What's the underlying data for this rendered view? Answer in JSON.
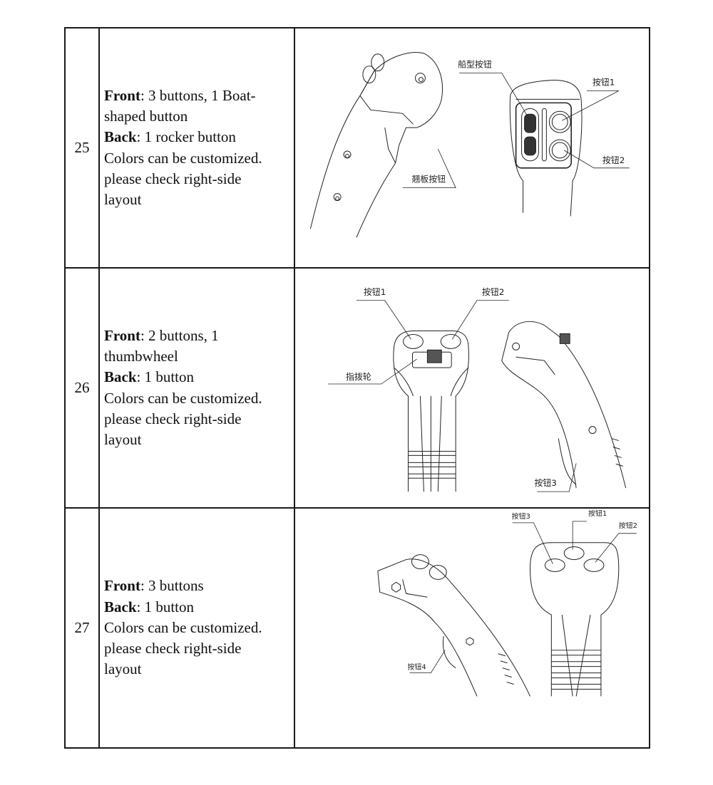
{
  "table": {
    "rows": [
      {
        "number": "25",
        "front_label": "Front",
        "front_text_1": ": 3 buttons, 1 Boat-",
        "front_text_2": "shaped button",
        "back_label": "Back",
        "back_text": ": 1 rocker button",
        "note_1": "Colors can be customized.",
        "note_2": "please check right-side",
        "note_3": "layout",
        "drawing": {
          "labels": {
            "boat_button": "船型按钮",
            "button1": "按钮1",
            "button2": "按钮2",
            "rocker_button": "翘板按钮"
          }
        }
      },
      {
        "number": "26",
        "front_label": "Front",
        "front_text_1": ": 2 buttons, 1",
        "front_text_2": "thumbwheel",
        "back_label": "Back",
        "back_text": ": 1 button",
        "note_1": "Colors can be customized.",
        "note_2": "please check right-side",
        "note_3": "layout",
        "drawing": {
          "labels": {
            "button1": "按钮1",
            "button2": "按钮2",
            "thumbwheel": "指拨轮",
            "button3": "按钮3"
          }
        }
      },
      {
        "number": "27",
        "front_label": "Front",
        "front_text_1": ": 3 buttons",
        "back_label": "Back",
        "back_text": ": 1 button",
        "note_1": "Colors can be customized.",
        "note_2": "please check right-side",
        "note_3": "layout",
        "drawing": {
          "labels": {
            "button3": "按钮3",
            "button1": "按钮1",
            "button2": "按钮2",
            "button4": "按钮4"
          }
        }
      }
    ]
  }
}
